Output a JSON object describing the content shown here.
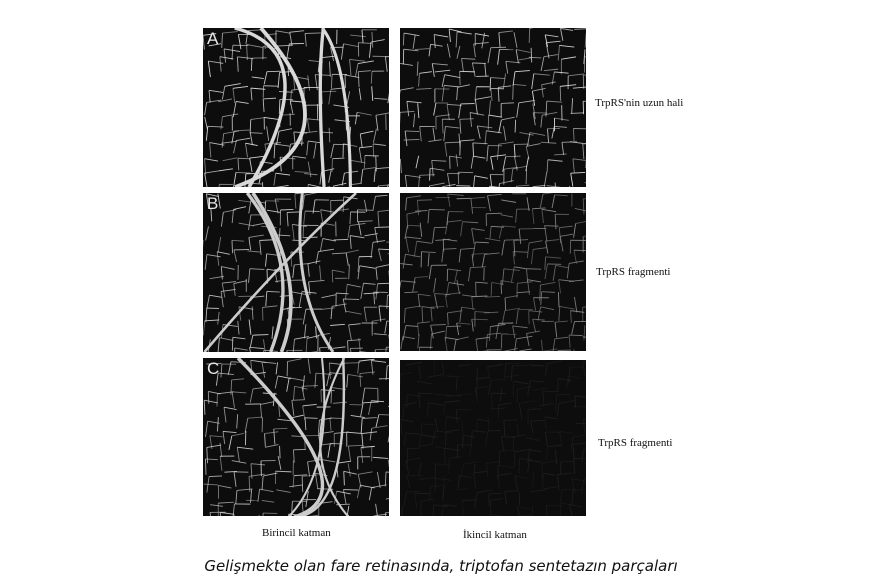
{
  "figure": {
    "panels": [
      {
        "letter": "A",
        "row_label": "TrpRS'nin uzun hali",
        "primary_brightness": 0.85,
        "secondary_brightness": 0.85
      },
      {
        "letter": "B",
        "row_label": "TrpRS fragmenti",
        "primary_brightness": 0.8,
        "secondary_brightness": 0.55
      },
      {
        "letter": "C",
        "row_label": "TrpRS fragmenti",
        "primary_brightness": 0.8,
        "secondary_brightness": 0.12
      }
    ],
    "column_labels": [
      "Birincil katman",
      "İkincil katman"
    ],
    "caption": "Gelişmekte olan fare retinasında, triptofan sentetazın parçaları"
  }
}
